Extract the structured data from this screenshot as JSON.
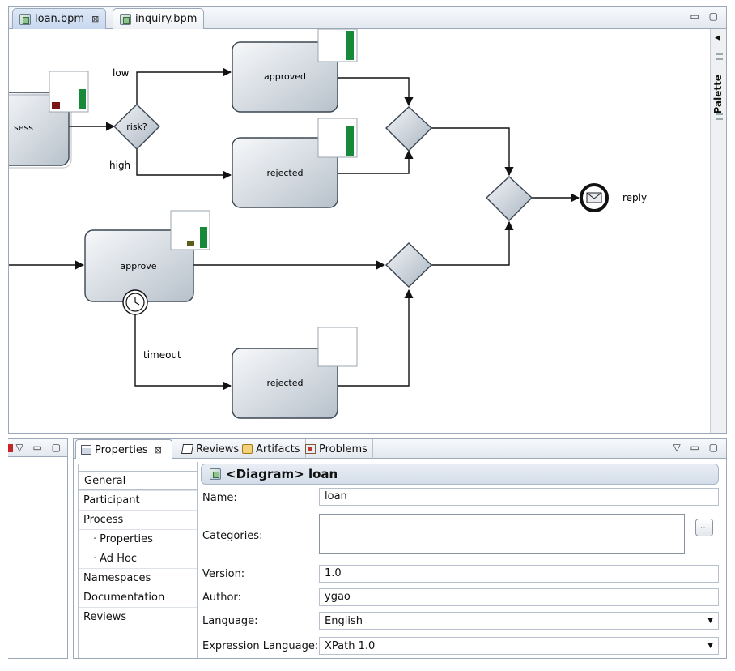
{
  "editor": {
    "tabs": [
      {
        "label": "loan.bpm",
        "close": "⊠",
        "active": true
      },
      {
        "label": "inquiry.bpm",
        "active": false
      }
    ],
    "window_controls": "▭ ▢",
    "palette_label": "Palette"
  },
  "diagram": {
    "tasks": {
      "assess": "sess",
      "approved": "approved",
      "rejected_top": "rejected",
      "approve": "approve",
      "rejected_bottom": "rejected"
    },
    "gateway_label": "risk?",
    "edge_labels": {
      "low": "low",
      "high": "high",
      "timeout": "timeout"
    },
    "end_event_label": "reply",
    "colors": {
      "task_fill_light": "#f7f8fa",
      "task_fill_dark": "#b7c1cb",
      "indicator_green": "#178a3a",
      "indicator_red": "#7a1616",
      "indicator_olive": "#5e5e1c"
    }
  },
  "properties": {
    "tabs": [
      {
        "label": "Properties",
        "close": "⊠",
        "active": true
      },
      {
        "label": "Reviews"
      },
      {
        "label": "Artifacts"
      },
      {
        "label": "Problems"
      }
    ],
    "view_controls": "▽ ▭ ▢",
    "nav": [
      {
        "label": "General",
        "selected": true
      },
      {
        "label": "Participant"
      },
      {
        "label": "Process"
      },
      {
        "label": "Properties",
        "sub": true
      },
      {
        "label": "Ad Hoc",
        "sub": true
      },
      {
        "label": "Namespaces"
      },
      {
        "label": "Documentation"
      },
      {
        "label": "Reviews"
      }
    ],
    "title": "<Diagram> loan",
    "fields": {
      "name": {
        "label": "Name:",
        "value": "loan"
      },
      "categories": {
        "label": "Categories:",
        "value": "",
        "button": "..."
      },
      "version": {
        "label": "Version:",
        "value": "1.0"
      },
      "author": {
        "label": "Author:",
        "value": "ygao"
      },
      "language": {
        "label": "Language:",
        "value": "English"
      },
      "expression_language": {
        "label": "Expression Language:",
        "value": "XPath 1.0"
      }
    }
  }
}
